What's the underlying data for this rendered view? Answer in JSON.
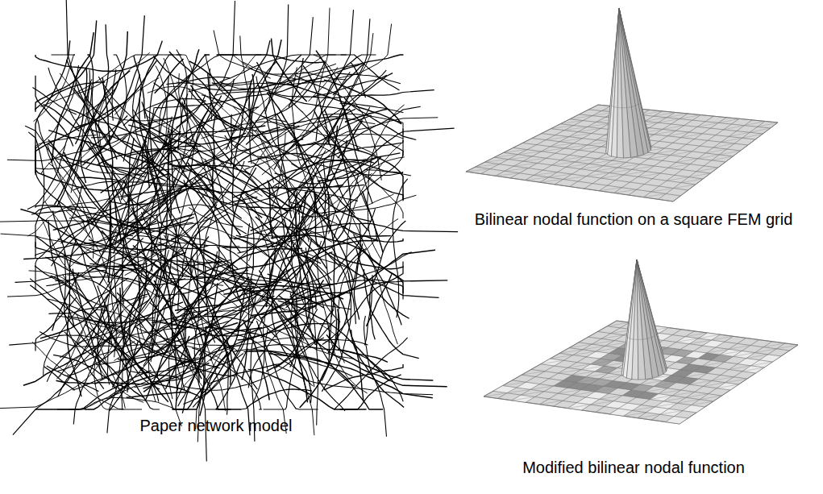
{
  "diagram": {
    "labels": [
      "Paper network model",
      "Bilinear nodal function on a square FEM grid",
      "Modified bilinear nodal function"
    ]
  }
}
